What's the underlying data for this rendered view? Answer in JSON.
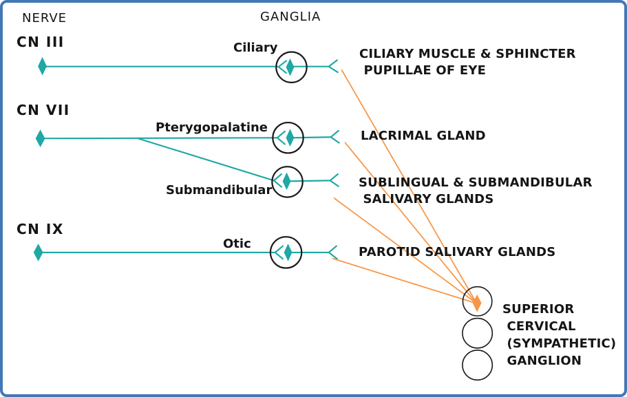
{
  "headers": {
    "nerve": "NERVE",
    "ganglia": "GANGLIA"
  },
  "nerves": {
    "cn3": {
      "label": "CN III"
    },
    "cn7": {
      "label": "CN VII"
    },
    "cn9": {
      "label": "CN IX"
    }
  },
  "ganglia": {
    "ciliary": {
      "label": "Ciliary"
    },
    "pterygopalatine": {
      "label": "Pterygopalatine"
    },
    "submandibular": {
      "label": "Submandibular"
    },
    "otic": {
      "label": "Otic"
    }
  },
  "targets": {
    "eye": {
      "label": "CILIARY MUSCLE & SPHINCTER\n PUPILLAE OF EYE"
    },
    "lacrimal": {
      "label": "LACRIMAL GLAND"
    },
    "sublingual": {
      "label": "SUBLINGUAL & SUBMANDIBULAR\n SALIVARY GLANDS"
    },
    "parotid": {
      "label": "PAROTID SALIVARY GLANDS"
    }
  },
  "sympathetic": {
    "label": "SUPERIOR\n CERVICAL\n (SYMPATHETIC)\n GANGLION"
  },
  "colors": {
    "parasympathetic_teal": "#1FA8A5",
    "sympathetic_orange": "#F79646",
    "outline_black": "#1a1a1a",
    "frame_blue": "#4577b6"
  }
}
